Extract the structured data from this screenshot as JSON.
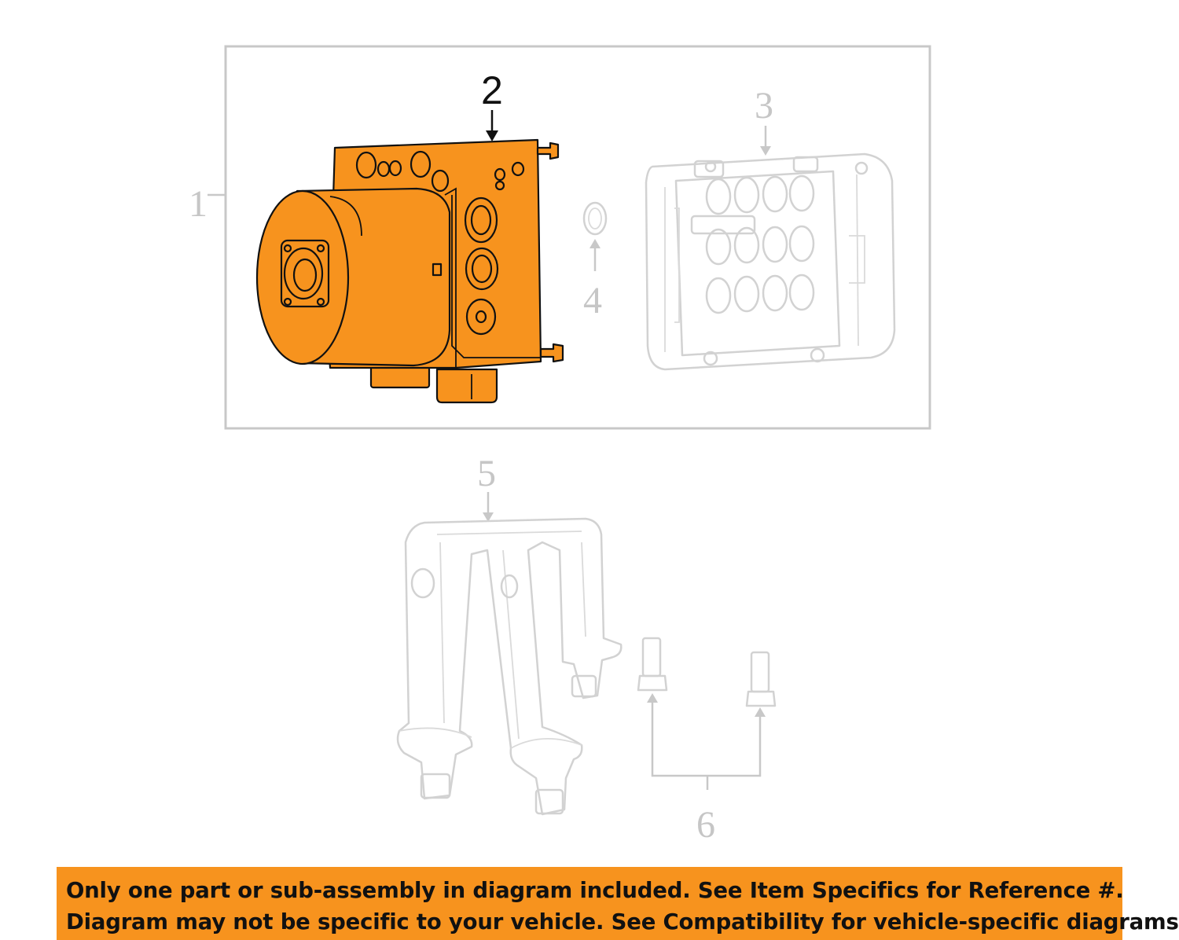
{
  "callouts": {
    "c1": "1",
    "c2": "2",
    "c3": "3",
    "c4": "4",
    "c5": "5",
    "c6": "6"
  },
  "highlight_color": "#f7931e",
  "banner": {
    "line1": "Only one part or sub-assembly in diagram included. See Item Specifics for Reference #.",
    "line2": "Diagram may not be specific to your vehicle. See Compatibility for vehicle-specific diagrams."
  }
}
